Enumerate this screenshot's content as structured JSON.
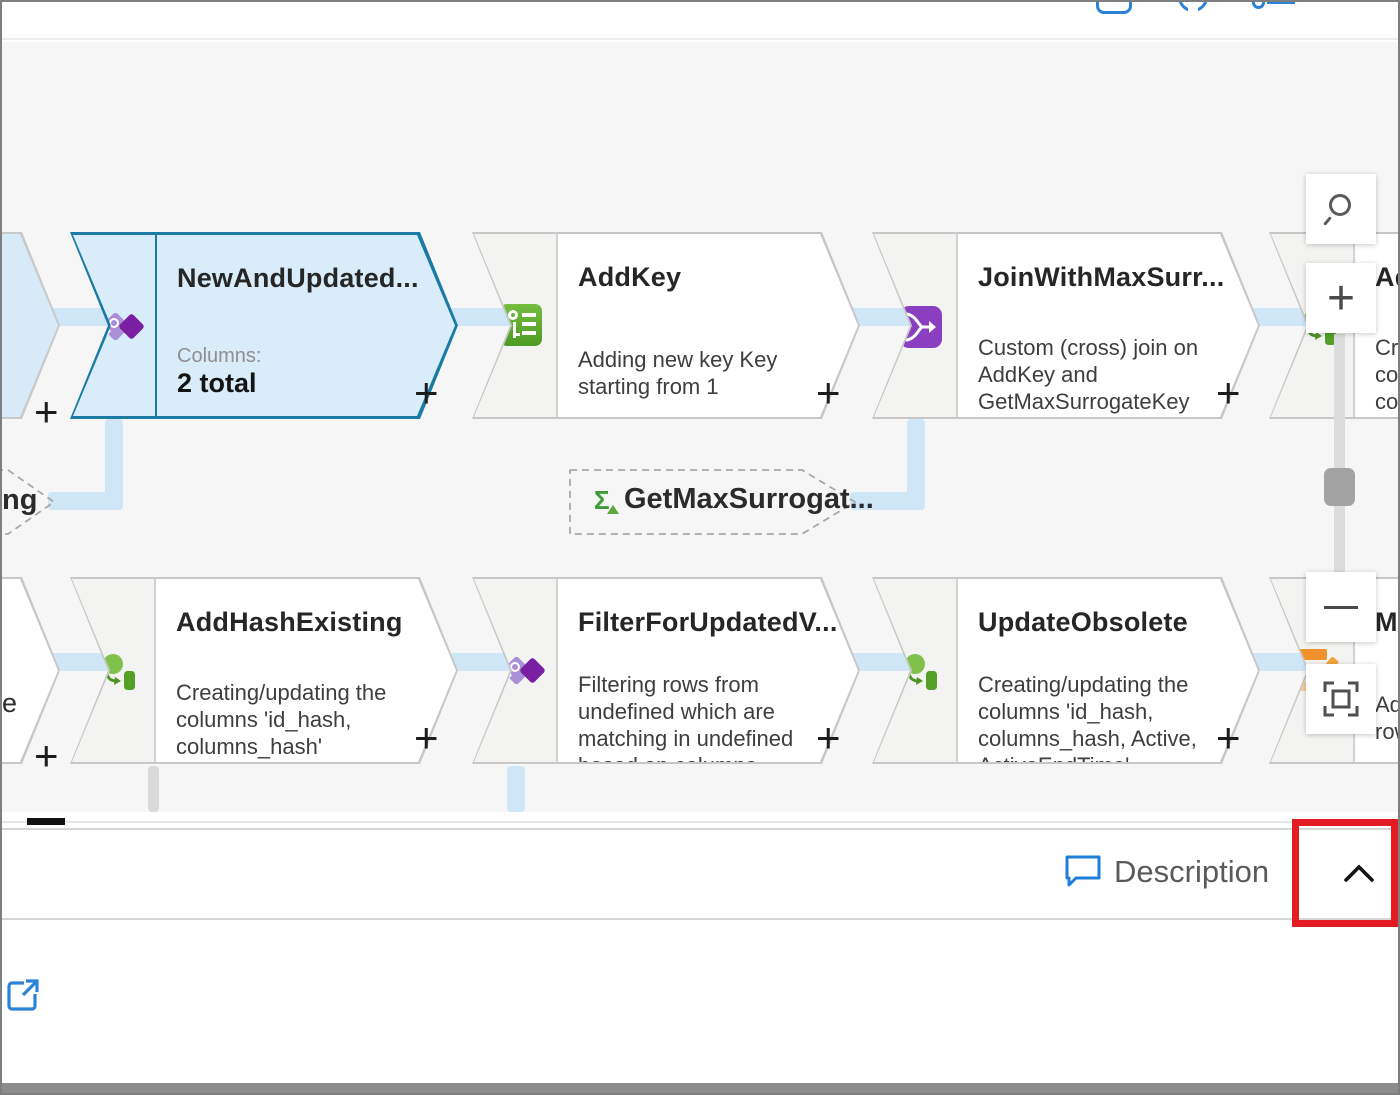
{
  "toolbar": {
    "zoom_in_label": "+",
    "node_plus": "+"
  },
  "nodes": {
    "newAndUpdated": {
      "title": "NewAndUpdated...",
      "columns_label": "Columns:",
      "columns_value": "2 total"
    },
    "addKey": {
      "title": "AddKey",
      "description": "Adding new key Key\nstarting from 1"
    },
    "joinWithMax": {
      "title": "JoinWithMaxSurr...",
      "description": "Custom (cross) join on\nAddKey and\nGetMaxSurrogateKey"
    },
    "rightTopPartial": {
      "title": "Ad",
      "description": "Cre\ncol\ncol\nM"
    },
    "getMaxSurrogate": {
      "title": "GetMaxSurrogat...",
      "sigma": "Σ"
    },
    "leftMidPartial": {
      "title": "ng"
    },
    "leftBottomPartial": {
      "title": "e"
    },
    "addHashExisting": {
      "title": "AddHashExisting",
      "description": "Creating/updating the\ncolumns 'id_hash,\ncolumns_hash'"
    },
    "filterForUpdated": {
      "title": "FilterForUpdatedV...",
      "description": "Filtering rows from\nundefined which are\nmatching in undefined\nbased on columns"
    },
    "updateObsolete": {
      "title": "UpdateObsolete",
      "description": "Creating/updating the\ncolumns 'id_hash,\ncolumns_hash, Active,\nActiveEndTime'"
    },
    "rightBottomPartial": {
      "title": "Ma",
      "description": "Ad\nrow"
    }
  },
  "panel": {
    "description_label": "Description"
  },
  "colors": {
    "selected_border": "#1b7ba4",
    "selected_fill": "#d9ecf9",
    "connector": "#cfe6f7",
    "canvas_bg": "#f6f6f6",
    "accent_blue": "#1f7fd8",
    "highlight_red": "#e31c23"
  }
}
